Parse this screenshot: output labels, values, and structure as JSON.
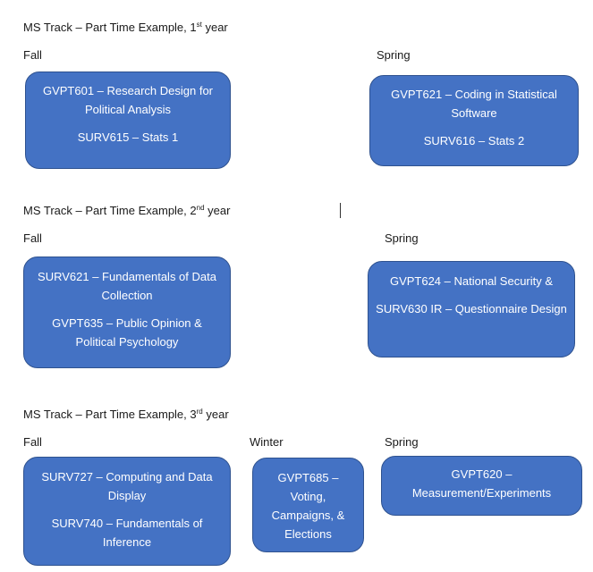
{
  "years": [
    {
      "heading": {
        "prefix": "MS Track – Part Time Example, 1",
        "sup": "st",
        "suffix": " year"
      },
      "fall": {
        "label": "Fall",
        "courses": [
          "GVPT601 – Research Design for Political Analysis",
          "SURV615 – Stats 1"
        ]
      },
      "spring": {
        "label": "Spring",
        "courses": [
          "GVPT621 – Coding in Statistical Software",
          "SURV616 – Stats 2"
        ]
      }
    },
    {
      "heading": {
        "prefix": "MS Track – Part Time Example, 2",
        "sup": "nd",
        "suffix": " year"
      },
      "fall": {
        "label": "Fall",
        "courses": [
          "SURV621 – Fundamentals of Data Collection",
          "GVPT635 – Public Opinion & Political Psychology"
        ]
      },
      "spring": {
        "label": "Spring",
        "courses": [
          "GVPT624 – National Security &",
          "SURV630 IR – Questionnaire Design"
        ]
      }
    },
    {
      "heading": {
        "prefix": "MS Track – Part Time Example, 3",
        "sup": "rd",
        "suffix": " year"
      },
      "fall": {
        "label": "Fall",
        "courses": [
          "SURV727 – Computing and Data Display",
          "SURV740 – Fundamentals of Inference"
        ]
      },
      "winter": {
        "label": "Winter",
        "courses": [
          "GVPT685 – Voting, Campaigns, & Elections"
        ]
      },
      "spring": {
        "label": "Spring",
        "courses": [
          "GVPT620 – Measurement/Experiments"
        ]
      }
    }
  ]
}
